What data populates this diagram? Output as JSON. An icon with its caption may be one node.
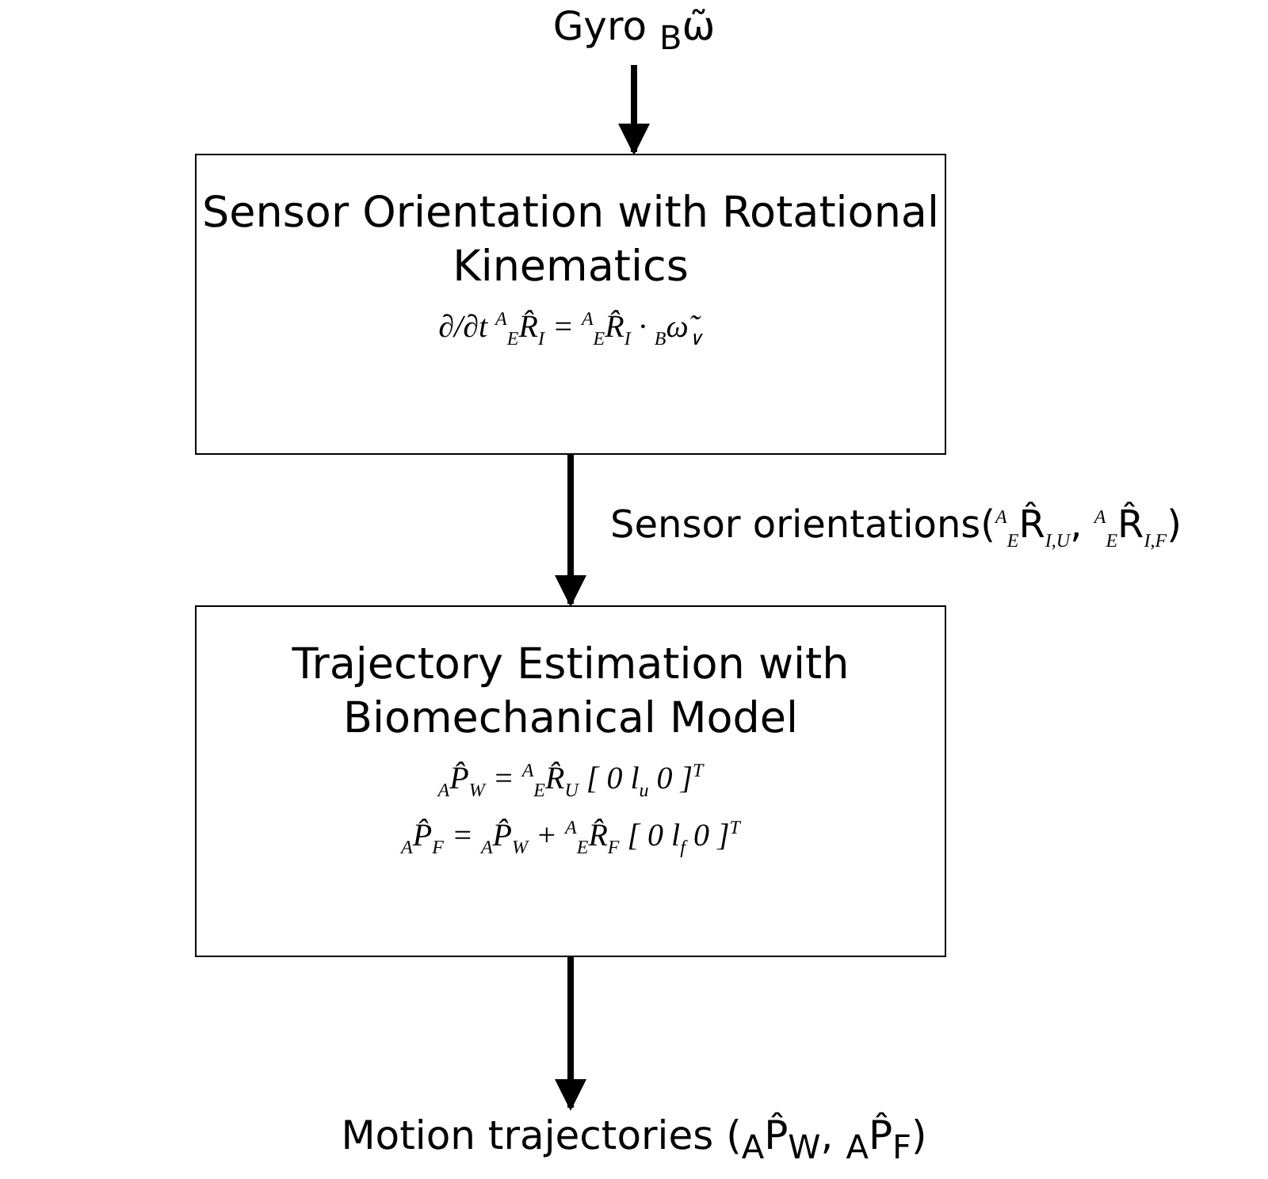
{
  "diagram": {
    "nodes": [
      {
        "text": [
          "Gyro $_{B}$ω̃"
        ]
      },
      {
        "text": [
          "Sensor Orientation with Rotational Kinematics",
          "∂/∂t $^{A}$$_{E}$R̂$_{I}$ = $^{A}$$_{E}$R̂$_{I}$ · $_{B}$ω̃$_{∨}$"
        ]
      },
      {
        "text": [
          "Trajectory Estimation with Biomechanical Model",
          "$_{A}$P̂$_{W}$ = $^{A}$$_{E}$R̂$_{U}$ [ 0 l$_{u}$ 0 ]$^{T}$",
          "$_{A}$P̂$_{F}$ = $_{A}$P̂$_{W}$ + $^{A}$$_{E}$R̂$_{F}$ [ 0 l$_{f}$ 0 ]$^{T}$"
        ]
      },
      {
        "text": [
          "Motion trajectories ($_{A}$P̂$_{W}$, $_{A}$P̂$_{F}$)"
        ]
      }
    ],
    "edges": [
      {
        "from": 0,
        "to": 1,
        "arrow": "to"
      },
      {
        "from": 1,
        "to": 2,
        "arrow": "to",
        "label": "Sensor orientations($^{A}$$_{E}$R̂$_{I,U}$, $^{A}$$_{E}$R̂$_{I,F}$)"
      },
      {
        "from": 2,
        "to": 3,
        "arrow": "to"
      }
    ]
  }
}
